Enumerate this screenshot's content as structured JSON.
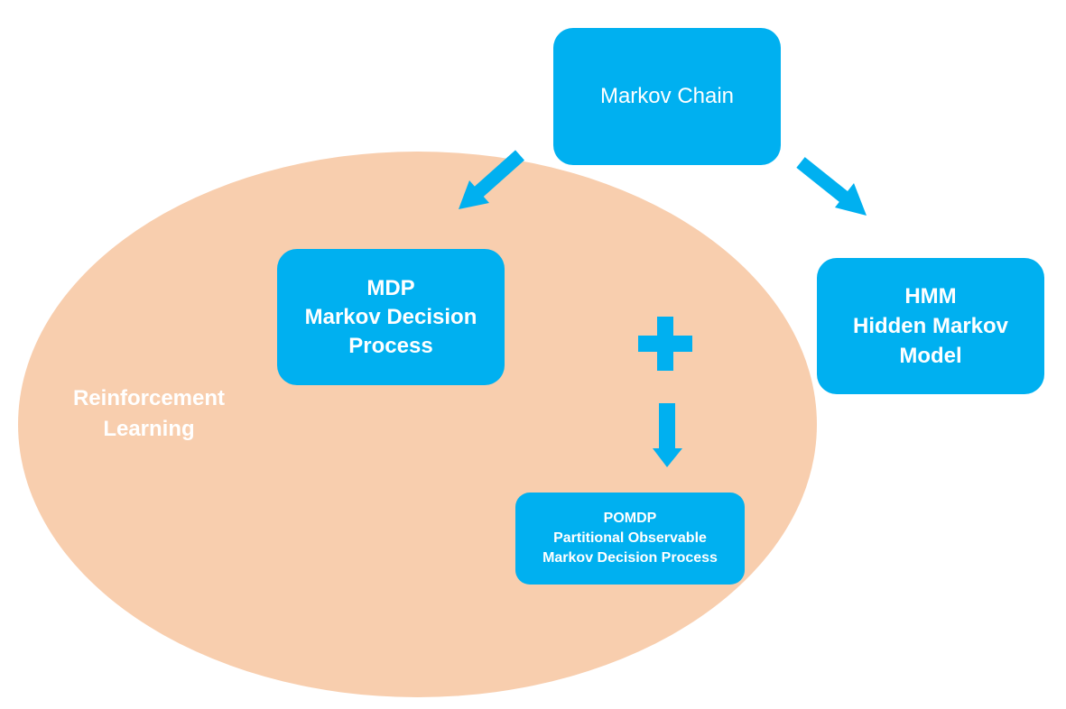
{
  "colors": {
    "node_fill": "#00b0f0",
    "ellipse_fill": "#f8ceae",
    "text": "#ffffff"
  },
  "nodes": {
    "markov_chain": {
      "line1": "Markov Chain"
    },
    "mdp": {
      "line1": "MDP",
      "line2": "Markov Decision",
      "line3": "Process"
    },
    "hmm": {
      "line1": "HMM",
      "line2": "Hidden Markov",
      "line3": "Model"
    },
    "pomdp": {
      "line1": "POMDP",
      "line2": "Partitional Observable",
      "line3": "Markov Decision Process"
    }
  },
  "region": {
    "line1": "Reinforcement",
    "line2": "Learning"
  },
  "icons": [
    "arrow-to-mdp-icon",
    "arrow-to-hmm-icon",
    "plus-icon",
    "arrow-down-icon"
  ]
}
